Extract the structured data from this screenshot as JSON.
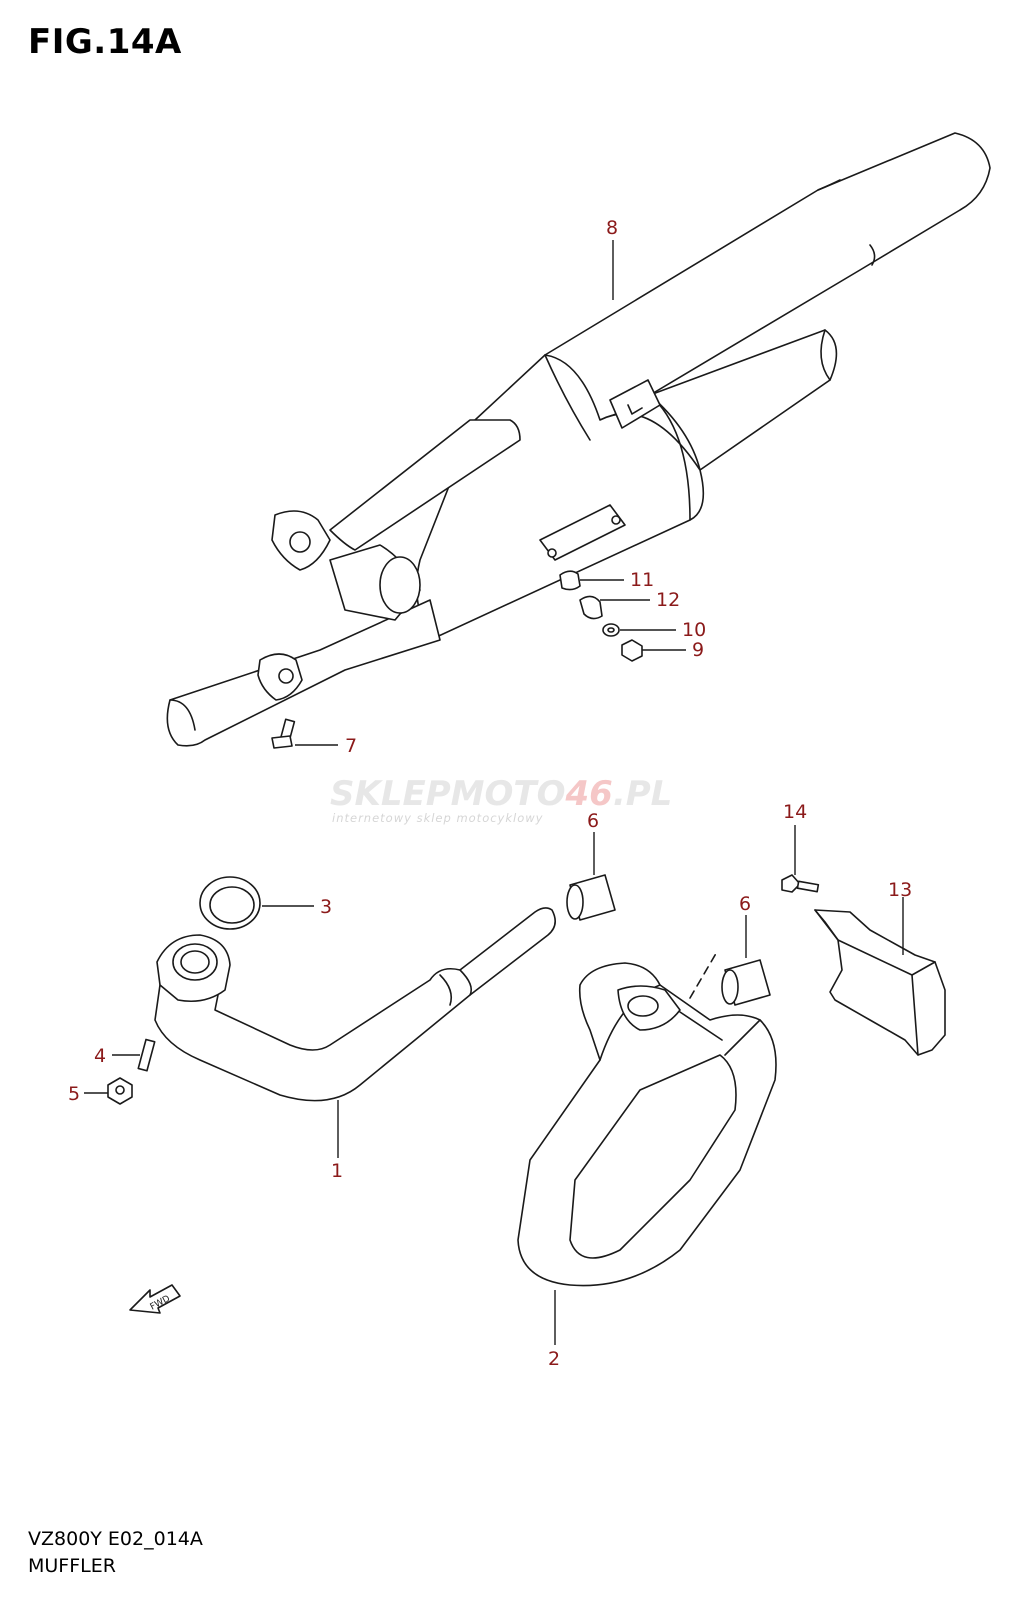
{
  "figure": {
    "title": "FIG.14A",
    "code": "VZ800Y E02_014A",
    "name": "MUFFLER"
  },
  "watermark": {
    "brand_a": "SKLEPMOTO",
    "brand_b": "46",
    "brand_c": ".PL",
    "tagline": "internetowy sklep motocyklowy"
  },
  "fwd_label": "FWD",
  "callouts": [
    {
      "id": "c8",
      "label": "8"
    },
    {
      "id": "c11",
      "label": "11"
    },
    {
      "id": "c12",
      "label": "12"
    },
    {
      "id": "c10",
      "label": "10"
    },
    {
      "id": "c9",
      "label": "9"
    },
    {
      "id": "c7",
      "label": "7"
    },
    {
      "id": "c6a",
      "label": "6"
    },
    {
      "id": "c14",
      "label": "14"
    },
    {
      "id": "c3",
      "label": "3"
    },
    {
      "id": "c13",
      "label": "13"
    },
    {
      "id": "c6b",
      "label": "6"
    },
    {
      "id": "c4",
      "label": "4"
    },
    {
      "id": "c5",
      "label": "5"
    },
    {
      "id": "c1",
      "label": "1"
    },
    {
      "id": "c2",
      "label": "2"
    }
  ],
  "colors": {
    "callout": "#8b1a1a",
    "line": "#1a1a1a",
    "watermark_red": "#f5c7c7"
  }
}
